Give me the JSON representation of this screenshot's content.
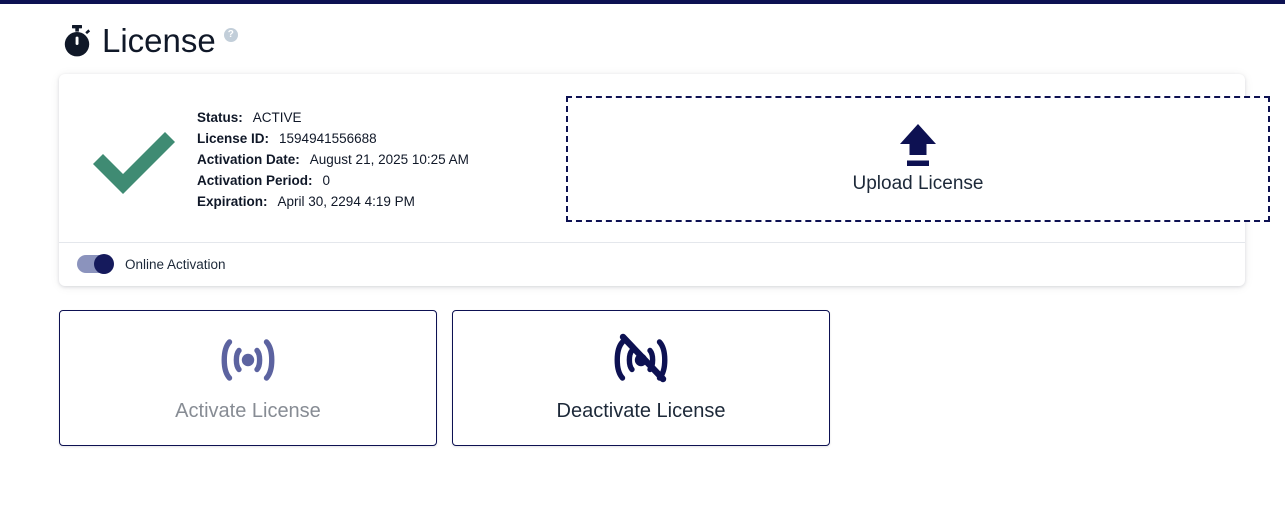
{
  "theme": {
    "navy": "#0d1152",
    "check_green": "#3f8b73",
    "toggle_track": "#8b93bd",
    "toggle_knob": "#151a5c",
    "disabled_icon": "#5c63a0",
    "disabled_text": "#878c94"
  },
  "header": {
    "title": "License",
    "stopwatch_icon": "stopwatch-icon",
    "help_icon": "help-circle-icon",
    "help_glyph": "?"
  },
  "license": {
    "status_icon": "check-icon",
    "rows": [
      {
        "label": "Status:",
        "value": "ACTIVE"
      },
      {
        "label": "License ID:",
        "value": "1594941556688"
      },
      {
        "label": "Activation Date:",
        "value": "August 21, 2025 10:25 AM"
      },
      {
        "label": "Activation Period:",
        "value": "0"
      },
      {
        "label": "Expiration:",
        "value": "April 30, 2294 4:19 PM"
      }
    ]
  },
  "upload": {
    "label": "Upload License",
    "icon": "upload-arrow-icon"
  },
  "toggle": {
    "label": "Online Activation",
    "state": "on"
  },
  "actions": [
    {
      "label": "Activate License",
      "icon": "broadcast-icon",
      "enabled": false
    },
    {
      "label": "Deactivate License",
      "icon": "broadcast-off-icon",
      "enabled": true
    }
  ]
}
